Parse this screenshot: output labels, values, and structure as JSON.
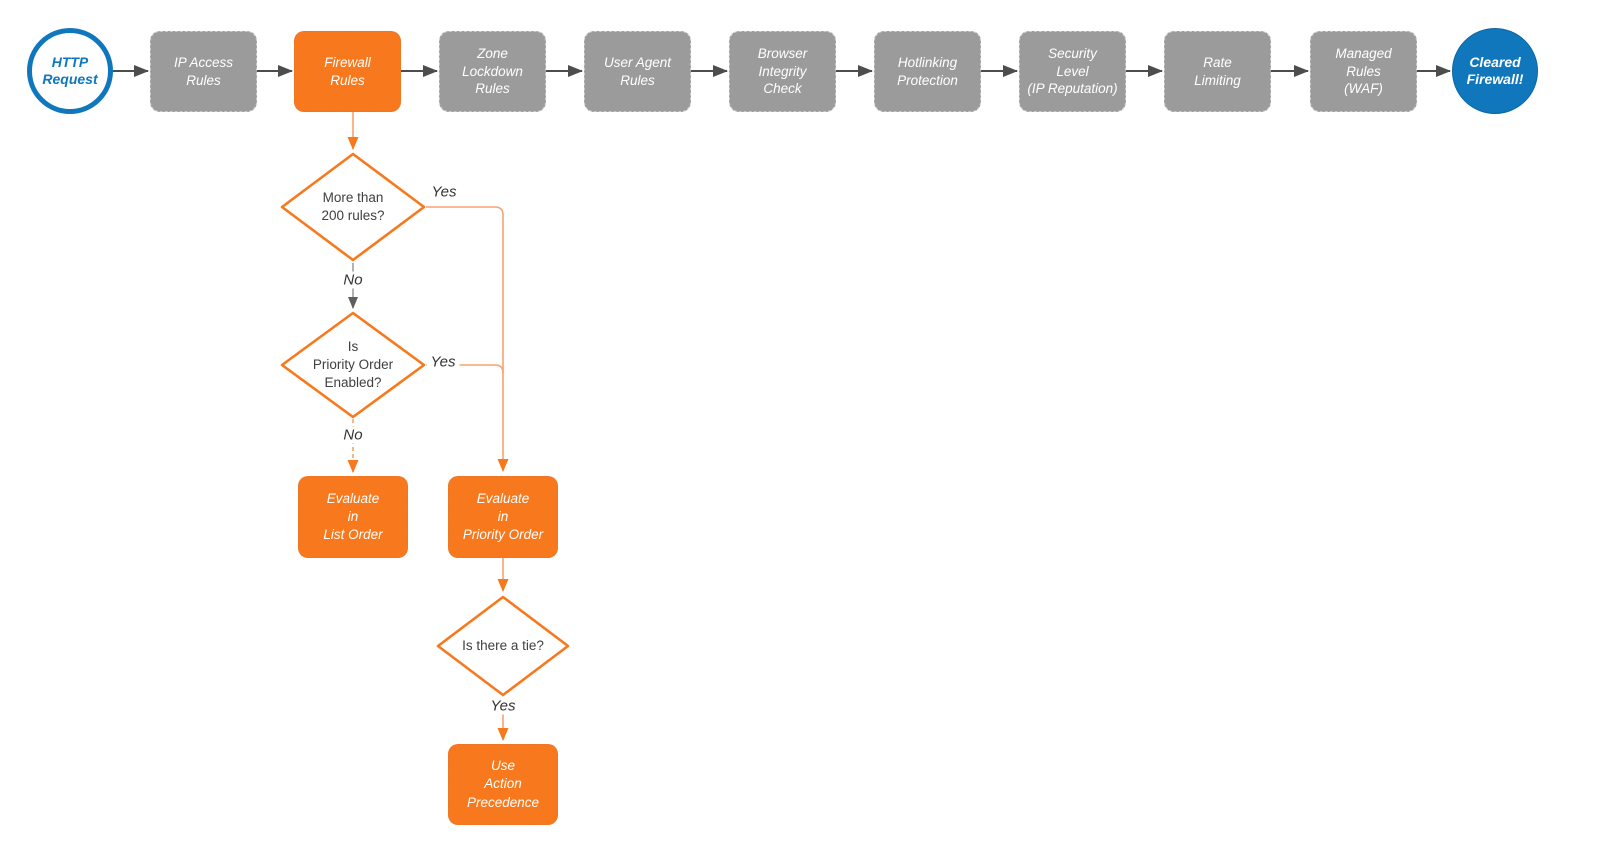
{
  "colors": {
    "orange": "#F8791D",
    "orange_line": "#F9A26D",
    "blue": "#1077BD",
    "gray_node": "#9B9B9B",
    "arrow_dark": "#4D4D4D",
    "diamond_text": "#404040"
  },
  "pipeline": {
    "start": "HTTP\nRequest",
    "stages": [
      "IP Access\nRules",
      "Firewall\nRules",
      "Zone\nLockdown\nRules",
      "User Agent\nRules",
      "Browser\nIntegrity\nCheck",
      "Hotlinking\nProtection",
      "Security\nLevel\n(IP Reputation)",
      "Rate\nLimiting",
      "Managed\nRules\n(WAF)"
    ],
    "end": "Cleared\nFirewall!"
  },
  "decisions": {
    "more_than_200": "More than\n200 rules?",
    "priority_enabled": "Is\nPriority Order\nEnabled?",
    "tie": "Is there a tie?"
  },
  "actions": {
    "list_order": "Evaluate\nin\nList Order",
    "priority_order": "Evaluate\nin\nPriority Order",
    "action_precedence": "Use\nAction\nPrecedence"
  },
  "edge_labels": {
    "d1_yes": "Yes",
    "d1_no": "No",
    "d2_yes": "Yes",
    "d2_no": "No",
    "d3_yes": "Yes"
  }
}
